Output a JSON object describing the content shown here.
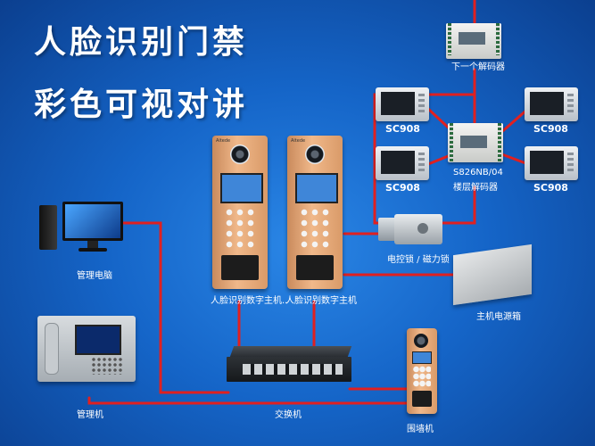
{
  "title_line1": "人脸识别门禁",
  "title_line2": "彩色可视对讲",
  "brand_mark": "Aitede",
  "devices": {
    "next_decoder": "下一个解码器",
    "monitor_tl": "SC908",
    "monitor_tr": "SC908",
    "monitor_bl": "SC908",
    "monitor_br": "SC908",
    "floor_decoder_model": "S826NB/04",
    "floor_decoder": "楼层解码器",
    "lock": "电控锁 / 磁力锁",
    "power_box": "主机电源箱",
    "pc": "管理电脑",
    "station_1": "人脸识别数字主机..",
    "station_2": "人脸识别数字主机",
    "manager_unit": "管理机",
    "switch": "交换机",
    "wall_unit": "围墙机"
  },
  "colors": {
    "wire": "#e02020",
    "background": "#1565c8"
  }
}
